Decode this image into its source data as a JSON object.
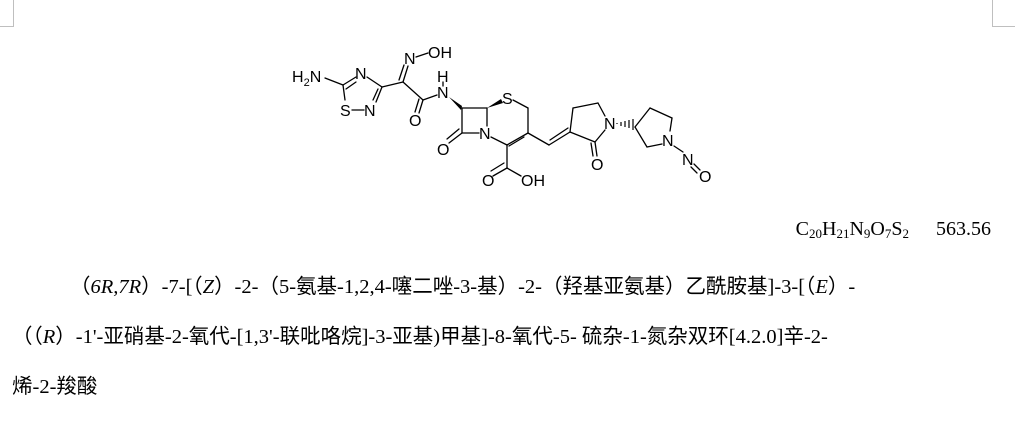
{
  "document": {
    "structure": {
      "labels": {
        "amine": "H2N",
        "thiadiazole_n4": "N",
        "thiadiazole_s1": "S",
        "thiadiazole_n2": "N",
        "oxime_n": "N",
        "oxime_oh": "OH",
        "amide_o": "O",
        "amide_n": "N",
        "amide_h": "H",
        "ring_s": "S",
        "ring_n": "N",
        "lactam_o": "O",
        "acid_o": "O",
        "acid_oh": "OH",
        "pyrrolidinone_n": "N",
        "pyrrolidinone_o": "O",
        "pyrrolidine_n": "N",
        "nitroso_n": "N",
        "nitroso_o": "O"
      }
    },
    "formula": {
      "parts": [
        {
          "el": "C",
          "n": "20"
        },
        {
          "el": "H",
          "n": "21"
        },
        {
          "el": "N",
          "n": "9"
        },
        {
          "el": "O",
          "n": "7"
        },
        {
          "el": "S",
          "n": "2"
        }
      ],
      "molecular_weight": "563.56"
    },
    "chemical_name": {
      "line1": {
        "p1": "（",
        "i1": "6R,7R",
        "p2": "）-7-[（",
        "i2": "Z",
        "p3": "）-2-（5-氨基-1,2,4-噻二唑-3-基）-2-（羟基亚氨基）乙酰胺基]-3-[（",
        "i3": "E",
        "p4": "）-"
      },
      "line2": {
        "p1": "（（",
        "i1": "R",
        "p2": "）-1'-亚硝基-2-氧代-[1,3'-联吡咯烷]-3-亚基)甲基]-8-氧代-5-  硫杂-1-氮杂双环[4.2.0]辛-2-"
      },
      "line3": "烯-2-羧酸"
    }
  }
}
